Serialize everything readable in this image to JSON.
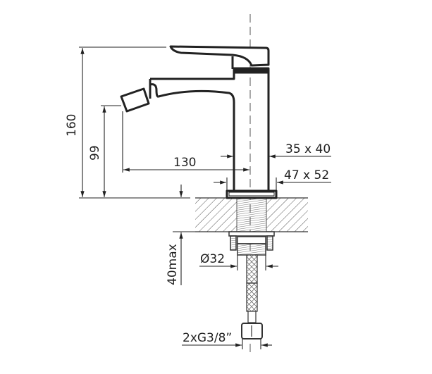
{
  "drawing": {
    "title": "Bidet mixer dimensions",
    "dimensions": {
      "height_total": "160",
      "spout_height": "99",
      "spout_reach": "130",
      "body_section": "35 x 40",
      "base_section": "47 x 52",
      "max_counter_thickness": "40max",
      "shank_diameter": "Ø32",
      "connection": "2xG3/8”"
    }
  }
}
